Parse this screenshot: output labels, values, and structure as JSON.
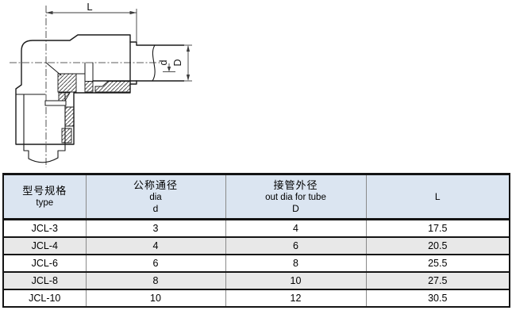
{
  "drawing": {
    "dim_labels": {
      "L": "L",
      "d": "d",
      "D": "D"
    },
    "line_color": "#1a1a1a",
    "dim_color": "#3c3c3c",
    "centerline_color": "#2a2a2a"
  },
  "table": {
    "header_bg": "#dbe5f1",
    "alt_row_bg": "#e8e8e8",
    "grid_dark": "#141414",
    "grid_gray": "#8a8a8a",
    "columns": [
      {
        "lines": [
          "型号规格",
          "type"
        ]
      },
      {
        "lines": [
          "公称通径",
          "dia",
          "d"
        ]
      },
      {
        "lines": [
          "接管外径",
          "out dia for tube",
          "D"
        ]
      },
      {
        "lines": [
          "L"
        ]
      }
    ],
    "rows": [
      {
        "cells": [
          "JCL-3",
          "3",
          "4",
          "17.5"
        ]
      },
      {
        "cells": [
          "JCL-4",
          "4",
          "6",
          "20.5"
        ]
      },
      {
        "cells": [
          "JCL-6",
          "6",
          "8",
          "25.5"
        ]
      },
      {
        "cells": [
          "JCL-8",
          "8",
          "10",
          "27.5"
        ]
      },
      {
        "cells": [
          "JCL-10",
          "10",
          "12",
          "30.5"
        ]
      }
    ]
  },
  "chart_data": {
    "type": "table",
    "columns": [
      "型号规格 type",
      "公称通径 dia d",
      "接管外径 out dia for tube D",
      "L"
    ],
    "rows": [
      [
        "JCL-3",
        3,
        4,
        17.5
      ],
      [
        "JCL-4",
        4,
        6,
        20.5
      ],
      [
        "JCL-6",
        6,
        8,
        25.5
      ],
      [
        "JCL-8",
        8,
        10,
        27.5
      ],
      [
        "JCL-10",
        10,
        12,
        30.5
      ]
    ]
  }
}
